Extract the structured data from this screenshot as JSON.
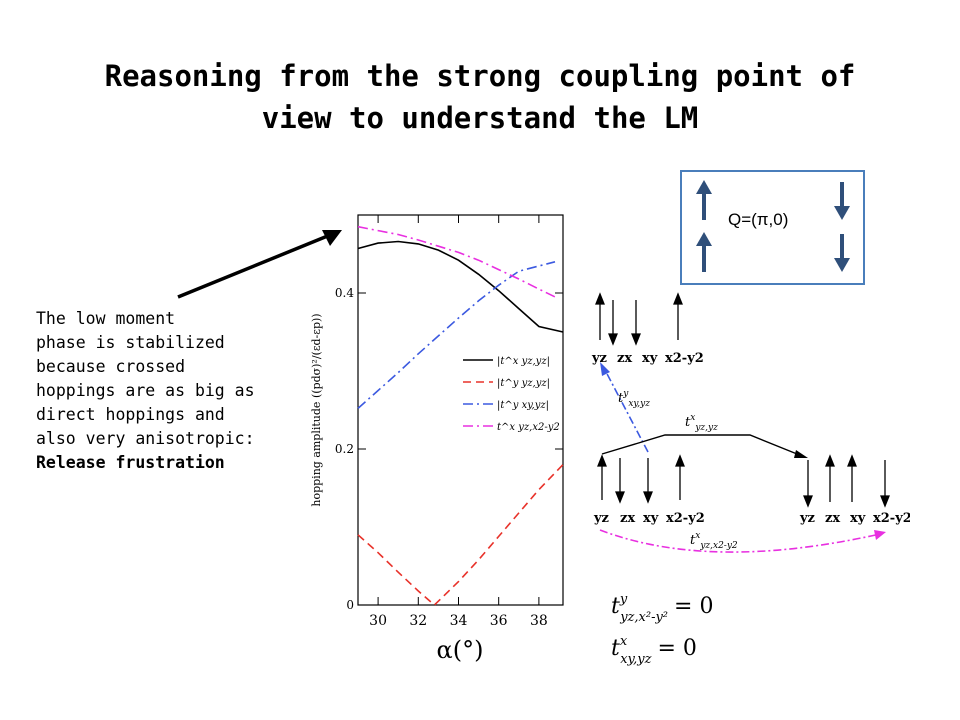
{
  "slide": {
    "title_line1": "Reasoning from the strong coupling point of",
    "title_line2": "view to understand the LM",
    "note_lines": [
      "The low moment",
      "phase is stabilized",
      "because crossed",
      "hoppings are as big as",
      "direct hoppings and",
      "also very anisotropic:"
    ],
    "note_bold": "Release frustration"
  },
  "qbox": {
    "label": "Q=(π,0)",
    "border_color": "#4a7ebb",
    "arrow_color": "#2f4f7a"
  },
  "orbital_diagram": {
    "left_top_labels": [
      "yz",
      "zx",
      "xy",
      "x2-y2"
    ],
    "left_bottom_labels": [
      "yz",
      "zx",
      "xy",
      "x2-y2"
    ],
    "right_labels": [
      "yz",
      "zx",
      "xy",
      "x2-y2"
    ],
    "hop_label_top": "t",
    "hop_label_top_sup": "y",
    "hop_label_top_sub": "xy,yz",
    "hop_label_mid": "t",
    "hop_label_mid_sup": "x",
    "hop_label_mid_sub": "yz,yz",
    "hop_label_bottom": "t",
    "hop_label_bottom_sup": "x",
    "hop_label_bottom_sub": "yz,x2-y2"
  },
  "formulas": [
    {
      "t": "t",
      "sup": "y",
      "sub": "yz,x²-y²",
      "rhs": "= 0"
    },
    {
      "t": "t",
      "sup": "x",
      "sub": "xy,yz",
      "rhs": "= 0"
    }
  ],
  "chart_data": {
    "type": "line",
    "xlabel": "α(°)",
    "ylabel": "hopping amplitude ((pdσ)²/(εd-εp))",
    "xlim": [
      29,
      39.2
    ],
    "ylim": [
      0,
      0.5
    ],
    "xticks": [
      30,
      32,
      34,
      36,
      38
    ],
    "yticks": [
      0,
      0.2,
      0.4
    ],
    "ytick_labels": [
      "0",
      "0.2",
      "0.4"
    ],
    "legend_position": "right-middle",
    "series": [
      {
        "name": "|t^x yz,yz|",
        "color": "#000000",
        "dash": "",
        "x": [
          29,
          30,
          31,
          32,
          33,
          34,
          35,
          36,
          37,
          38,
          39.2
        ],
        "y": [
          0.457,
          0.464,
          0.466,
          0.463,
          0.455,
          0.442,
          0.424,
          0.403,
          0.38,
          0.357,
          0.35
        ]
      },
      {
        "name": "|t^y yz,yz|",
        "color": "#e8322a",
        "dash": "8 5",
        "x": [
          29,
          30,
          31,
          32,
          32.8,
          34,
          35,
          36,
          37,
          38,
          39.2
        ],
        "y": [
          0.09,
          0.067,
          0.042,
          0.018,
          0.0,
          0.03,
          0.058,
          0.088,
          0.118,
          0.148,
          0.18
        ]
      },
      {
        "name": "|t^y xy,yz|",
        "color": "#3c5ae0",
        "dash": "10 4 2 4",
        "x": [
          29,
          30,
          31,
          32,
          33,
          34,
          35,
          36,
          37,
          38.8
        ],
        "y": [
          0.252,
          0.275,
          0.298,
          0.322,
          0.345,
          0.368,
          0.39,
          0.41,
          0.428,
          0.44
        ]
      },
      {
        "name": "t^x yz,x2-y2",
        "color": "#e830e0",
        "dash": "10 4 2 4",
        "x": [
          29,
          30,
          31,
          32,
          33,
          34,
          35,
          36,
          37,
          38,
          38.8
        ],
        "y": [
          0.485,
          0.48,
          0.475,
          0.468,
          0.46,
          0.452,
          0.442,
          0.43,
          0.418,
          0.405,
          0.395
        ]
      }
    ]
  }
}
